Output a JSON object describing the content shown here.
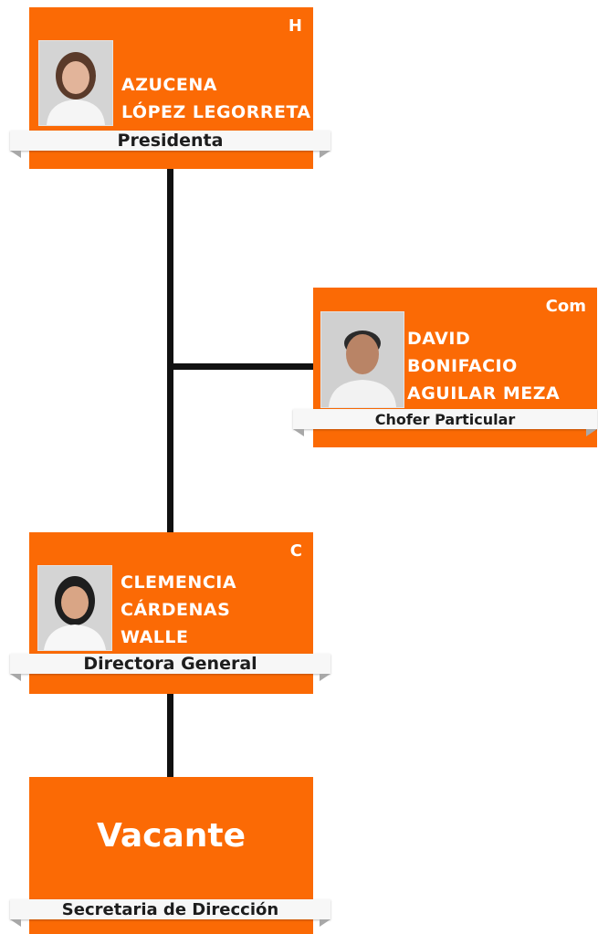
{
  "colors": {
    "card": "#fb6a05",
    "connector": "#111111",
    "ribbon": "#f7f7f7"
  },
  "cards": [
    {
      "badge": "H",
      "name_lines": [
        "AZUCENA",
        "LÓPEZ LEGORRETA"
      ],
      "title": "Presidenta",
      "photo_icon": "woman-portrait-icon"
    },
    {
      "badge": "Com",
      "name_lines": [
        "DAVID",
        "BONIFACIO",
        "AGUILAR MEZA"
      ],
      "title": "Chofer Particular",
      "photo_icon": "man-portrait-icon"
    },
    {
      "badge": "C",
      "name_lines": [
        "CLEMENCIA",
        "CÁRDENAS",
        "WALLE"
      ],
      "title": "Directora General",
      "photo_icon": "woman-portrait-icon"
    },
    {
      "vacant_label": "Vacante",
      "title": "Secretaria de Dirección"
    }
  ]
}
